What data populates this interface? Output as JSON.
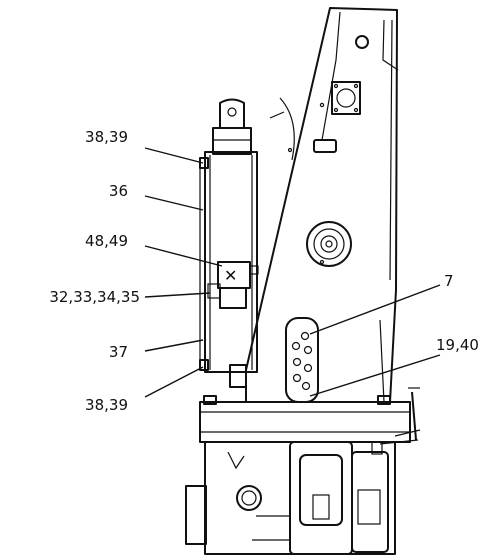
{
  "callouts": [
    {
      "id": "c1",
      "text": "38,39"
    },
    {
      "id": "c2",
      "text": "36"
    },
    {
      "id": "c3",
      "text": "48,49"
    },
    {
      "id": "c4",
      "text": "32,33,34,35"
    },
    {
      "id": "c5",
      "text": "37"
    },
    {
      "id": "c6",
      "text": "38,39"
    },
    {
      "id": "c7",
      "text": "7"
    },
    {
      "id": "c8",
      "text": "19,40"
    }
  ]
}
